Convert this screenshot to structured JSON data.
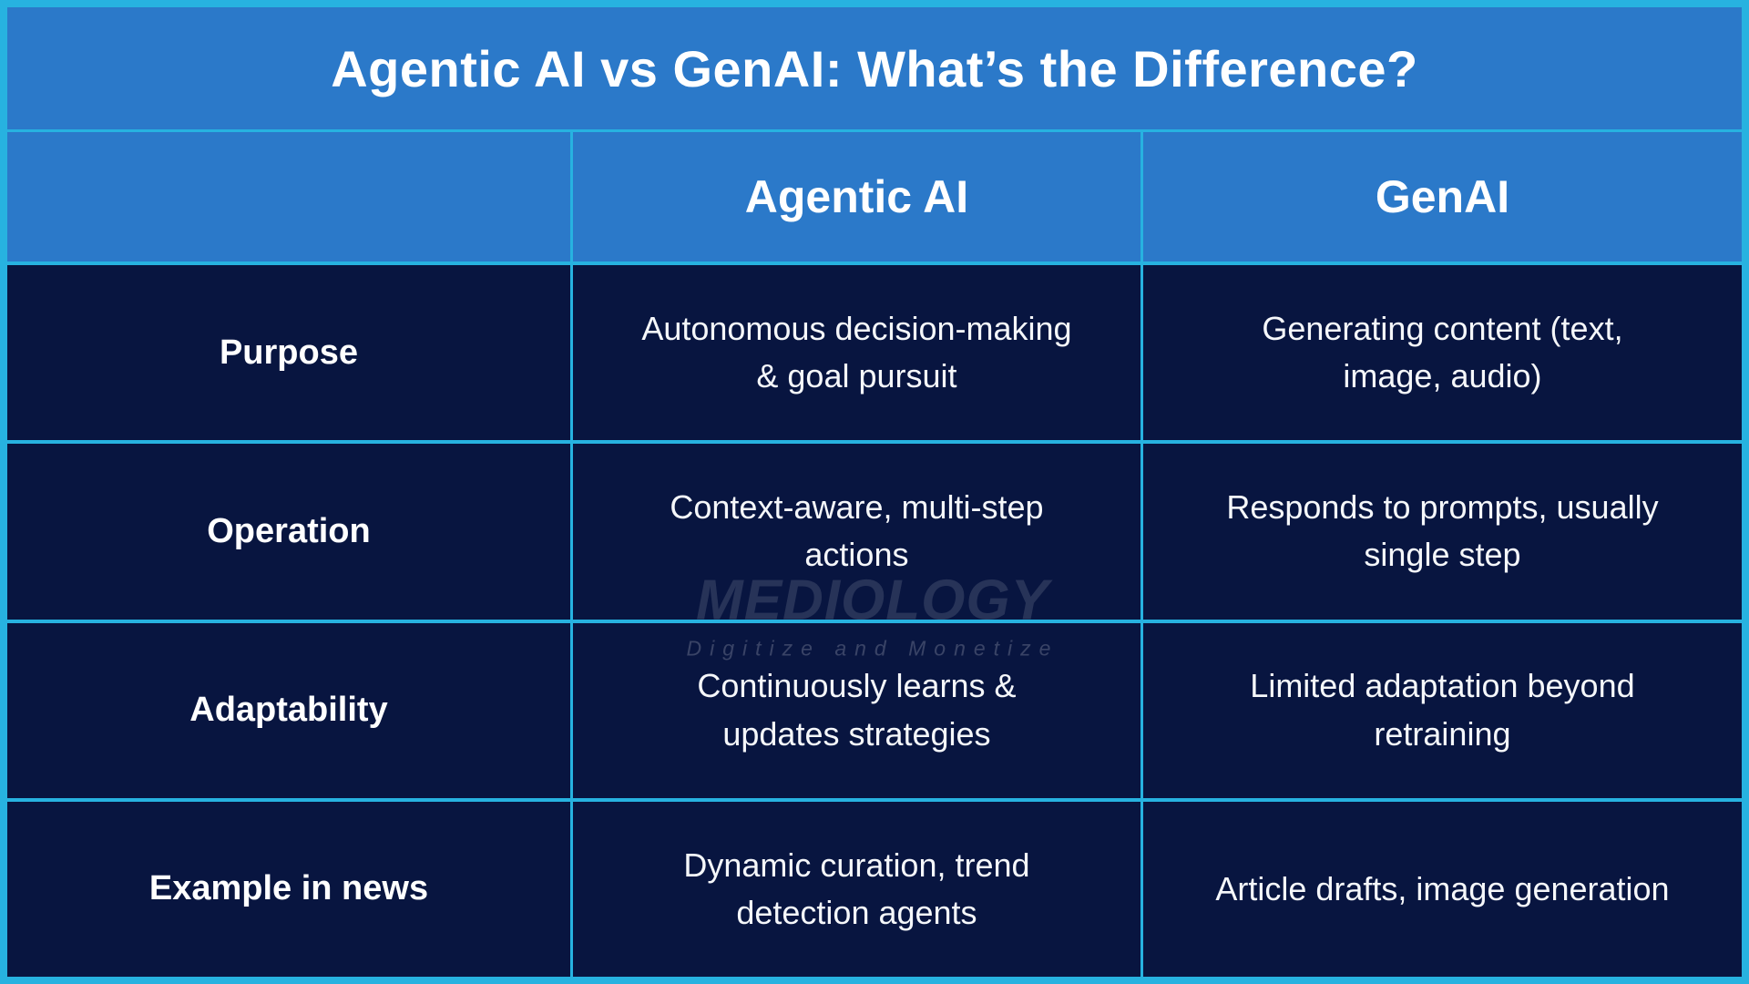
{
  "title": "Agentic AI vs GenAI: What’s the Difference?",
  "header": {
    "col_label": "",
    "col_agentic": "Agentic AI",
    "col_genai": "GenAI"
  },
  "display": {
    "rows": [
      {
        "label": "Purpose",
        "agentic": "Autonomous decision-making\n& goal pursuit",
        "genai": "Generating content (text,\nimage, audio)"
      },
      {
        "label": "Operation",
        "agentic": "Context-aware, multi-step\nactions",
        "genai": "Responds to prompts, usually\nsingle step"
      },
      {
        "label": "Adaptability",
        "agentic": "Continuously learns &\nupdates strategies",
        "genai": "Limited adaptation beyond\nretraining"
      },
      {
        "label": "Example in news",
        "agentic": "Dynamic curation, trend\ndetection agents",
        "genai": "Article drafts, image generation"
      }
    ]
  },
  "watermark": {
    "logo": "MEDIOLOGY",
    "tagline": "Digitize and Monetize"
  },
  "colors": {
    "accent_blue": "#2b79c9",
    "navy": "#081540",
    "cyan_border": "#27b2e0",
    "text": "#ffffff"
  },
  "chart_data": {
    "type": "table",
    "title": "Agentic AI vs GenAI: What’s the Difference?",
    "columns": [
      "",
      "Agentic AI",
      "GenAI"
    ],
    "rows": [
      [
        "Purpose",
        "Autonomous decision-making & goal pursuit",
        "Generating content (text, image, audio)"
      ],
      [
        "Operation",
        "Context-aware, multi-step actions",
        "Responds to prompts, usually single step"
      ],
      [
        "Adaptability",
        "Continuously learns & updates strategies",
        "Limited adaptation beyond retraining"
      ],
      [
        "Example in news",
        "Dynamic curation, trend detection agents",
        "Article drafts, image generation"
      ]
    ],
    "legend_position": "none",
    "grid": true
  }
}
